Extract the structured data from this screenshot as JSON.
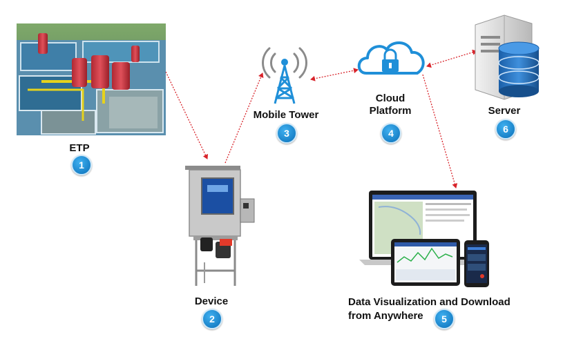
{
  "nodes": {
    "etp": {
      "label": "ETP",
      "step": "1"
    },
    "device": {
      "label": "Device",
      "step": "2"
    },
    "tower": {
      "label": "Mobile Tower",
      "step": "3"
    },
    "cloud": {
      "label_line1": "Cloud",
      "label_line2": "Platform",
      "step": "4"
    },
    "dataviz": {
      "label_line1": "Data Visualization and Download",
      "label_line2": "from Anywhere",
      "step": "5"
    },
    "server": {
      "label": "Server",
      "step": "6"
    }
  },
  "colors": {
    "badge": "#1a8ad8",
    "arrow": "#d8232a",
    "icon_blue": "#1f8fd8"
  }
}
